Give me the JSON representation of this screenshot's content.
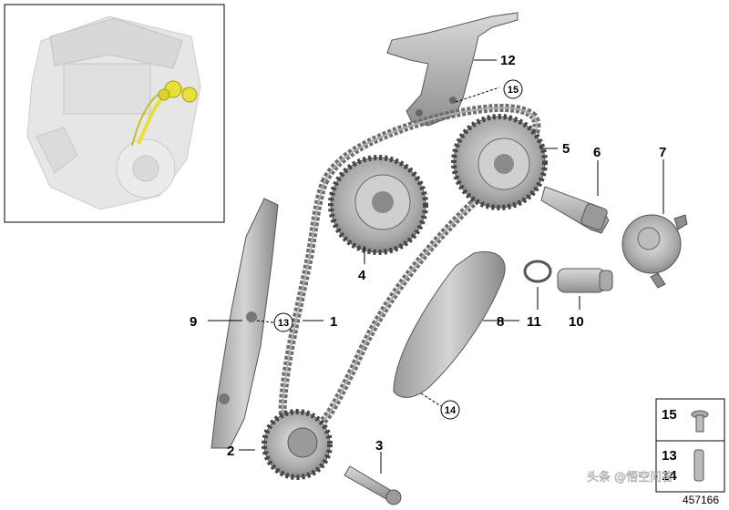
{
  "callouts": {
    "c1": "1",
    "c2": "2",
    "c3": "3",
    "c4": "4",
    "c5": "5",
    "c6": "6",
    "c7": "7",
    "c8": "8",
    "c9": "9",
    "c10": "10",
    "c11": "11",
    "c12": "12"
  },
  "circled_refs": {
    "r13": "13",
    "r14": "14",
    "r15": "15"
  },
  "legend": {
    "item_15": "15",
    "item_13": "13",
    "item_14": "14"
  },
  "diagram_number": "457166",
  "watermark": "头条 @悟空问答",
  "colors": {
    "chain": "#6e6e6e",
    "metal": "#b9b9b9",
    "highlight": "#e8df3a",
    "border": "#000000"
  }
}
